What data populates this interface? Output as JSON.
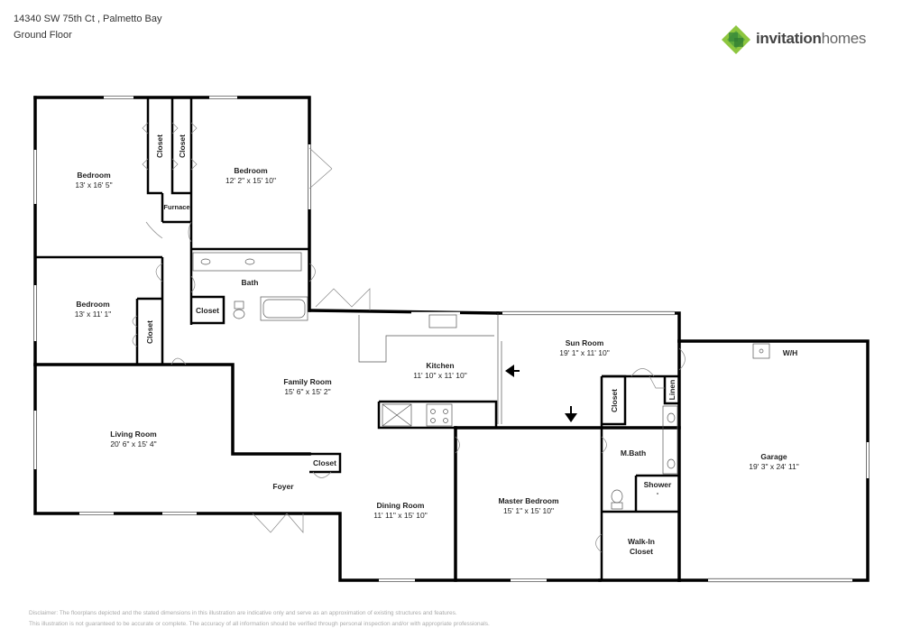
{
  "header": {
    "address": "14340 SW 75th Ct , Palmetto Bay",
    "floor": "Ground Floor"
  },
  "logo": {
    "brand_part1": "invitation",
    "brand_part2": "homes",
    "colors": {
      "light_green": "#8dc63f",
      "dark_green": "#3a8a3a",
      "text": "#444444"
    }
  },
  "rooms": {
    "bedroom1": {
      "name": "Bedroom",
      "dims": "13' x 16' 5\""
    },
    "bedroom2": {
      "name": "Bedroom",
      "dims": "12' 2\" x 15' 10\""
    },
    "bedroom3": {
      "name": "Bedroom",
      "dims": "13' x 11' 1\""
    },
    "closet1": {
      "name": "Closet"
    },
    "closet2": {
      "name": "Closet"
    },
    "closet3": {
      "name": "Closet"
    },
    "closet_bath": {
      "name": "Closet"
    },
    "closet_foyer": {
      "name": "Closet"
    },
    "closet_mbath": {
      "name": "Closet"
    },
    "furnace": {
      "name": "Furnace"
    },
    "bath": {
      "name": "Bath"
    },
    "living": {
      "name": "Living Room",
      "dims": "20' 6\" x 15' 4\""
    },
    "family": {
      "name": "Family Room",
      "dims": "15' 6\" x 15' 2\""
    },
    "kitchen": {
      "name": "Kitchen",
      "dims": "11' 10\" x 11' 10\""
    },
    "sun": {
      "name": "Sun Room",
      "dims": "19' 1\" x 11' 10\""
    },
    "foyer": {
      "name": "Foyer"
    },
    "dining": {
      "name": "Dining Room",
      "dims": "11' 11\" x 15' 10\""
    },
    "master": {
      "name": "Master Bedroom",
      "dims": "15' 1\" x 15' 10\""
    },
    "mbath": {
      "name": "M.Bath"
    },
    "shower": {
      "name": "Shower"
    },
    "linen": {
      "name": "Linen"
    },
    "walkin_line1": {
      "name": "Walk-In"
    },
    "walkin_line2": {
      "name": "Closet"
    },
    "garage": {
      "name": "Garage",
      "dims": "19' 3\" x 24' 11\""
    },
    "wh": {
      "name": "W/H"
    }
  },
  "disclaimer": {
    "line1": "Disclaimer: The floorplans depicted and the stated dimensions in this illustration are indicative only and serve as an approximation of existing structures and features.",
    "line2": "This illustration is not guaranteed to be accurate or complete. The accuracy of all information should be verified through personal inspection and/or with appropriate professionals."
  }
}
